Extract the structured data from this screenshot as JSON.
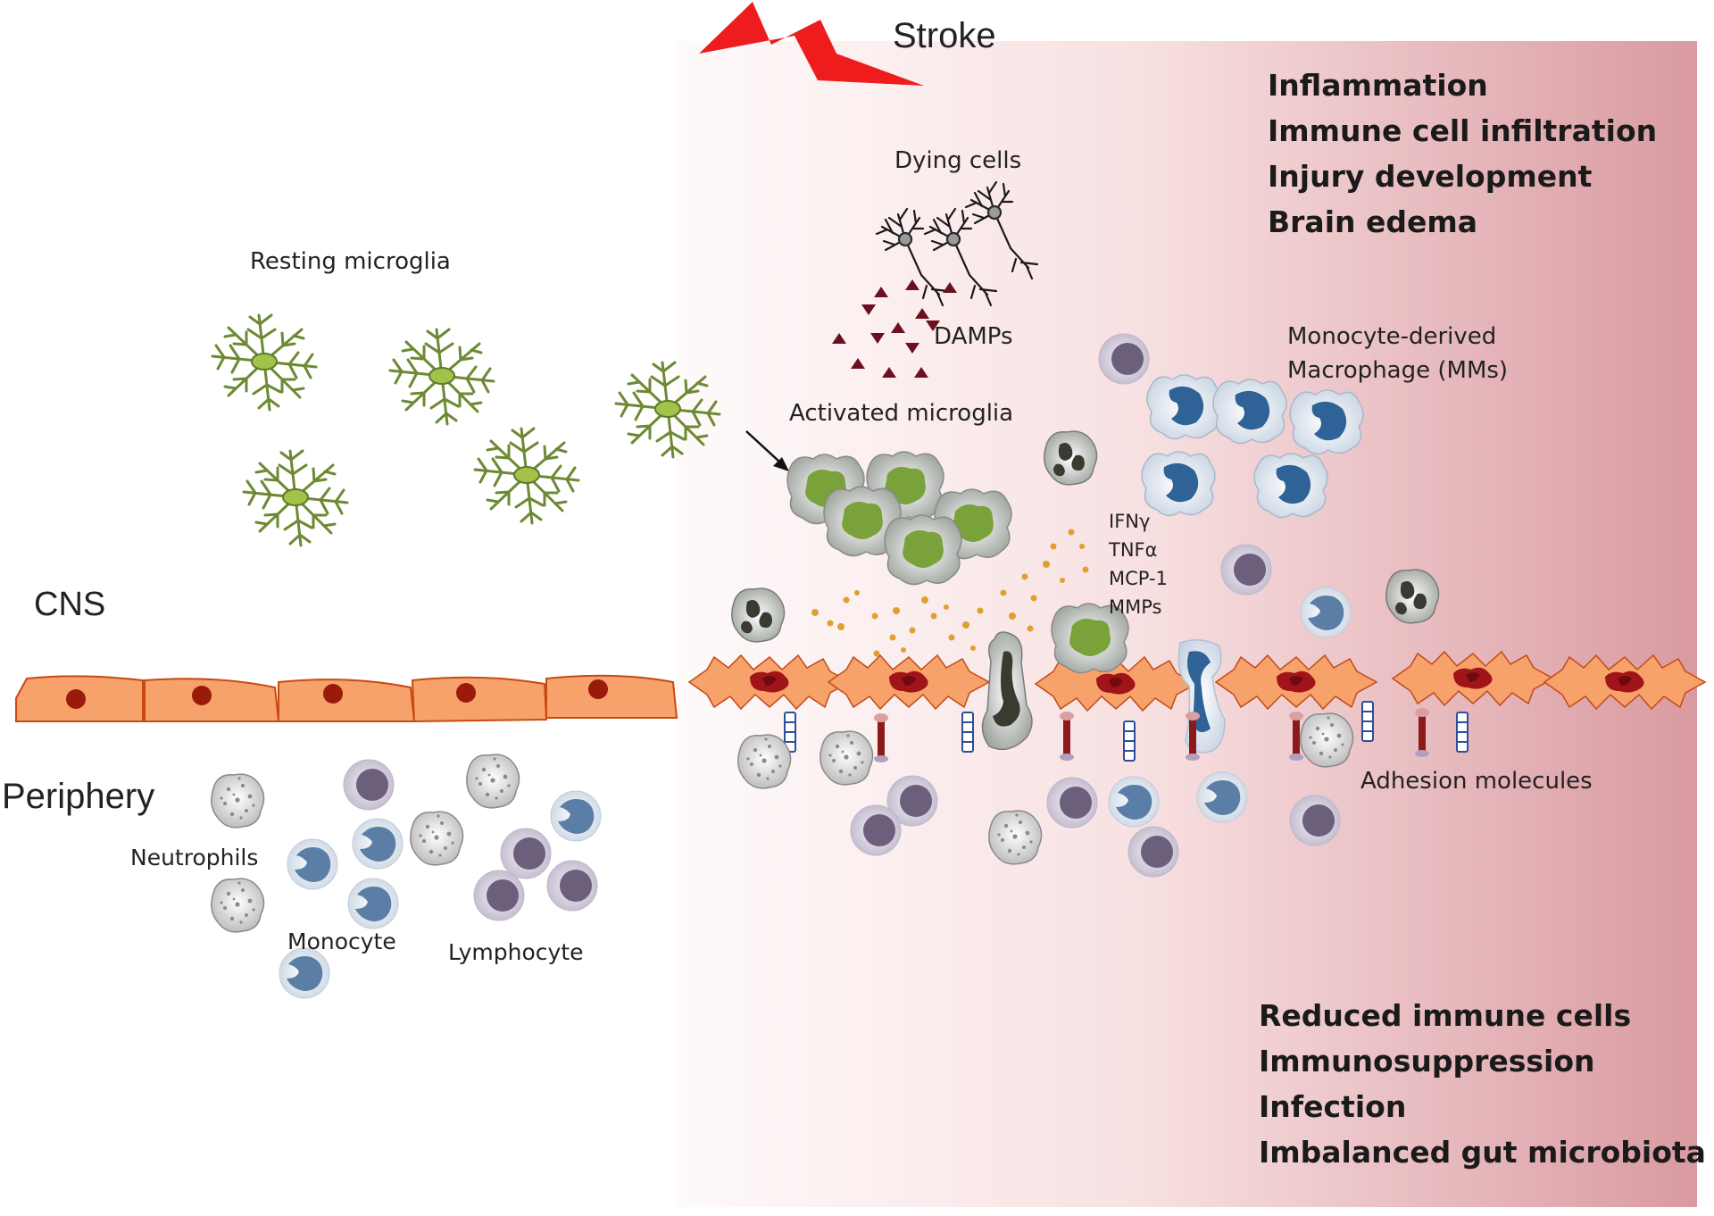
{
  "title": "Stroke",
  "compartments": {
    "cns": "CNS",
    "periphery": "Periphery"
  },
  "cns_effects": [
    "Inflammation",
    "Immune cell infiltration",
    "Injury development",
    "Brain edema"
  ],
  "periphery_effects": [
    "Reduced immune cells",
    "Immunosuppression",
    "Infection",
    "Imbalanced gut microbiota"
  ],
  "labels": {
    "dying_cells": "Dying cells",
    "resting_microglia": "Resting microglia",
    "damps": "DAMPs",
    "activated_microglia": "Activated microglia",
    "mm_line1": "Monocyte-derived",
    "mm_line2": "Macrophage (MMs)",
    "adhesion_molecules": "Adhesion molecules",
    "neutrophils": "Neutrophils",
    "monocyte": "Monocyte",
    "lymphocyte": "Lymphocyte"
  },
  "cytokines": [
    "IFNγ",
    "TNFα",
    "MCP-1",
    "MMPs"
  ],
  "colors": {
    "stroke_bolt": "#ee1c1c",
    "gradient_light": "#fdf3f3",
    "gradient_dark": "#d99aa0",
    "endothelial": "#f7a26a",
    "nucleus": "#9a1a0c",
    "microglia": "#5f7a2a",
    "activated_microglia": "#7aa23a",
    "macrophage": "#2f6296",
    "lymphocyte": "#6c5f7c",
    "cytokine_dots": "#e0a030",
    "damps": "#6b1020"
  }
}
